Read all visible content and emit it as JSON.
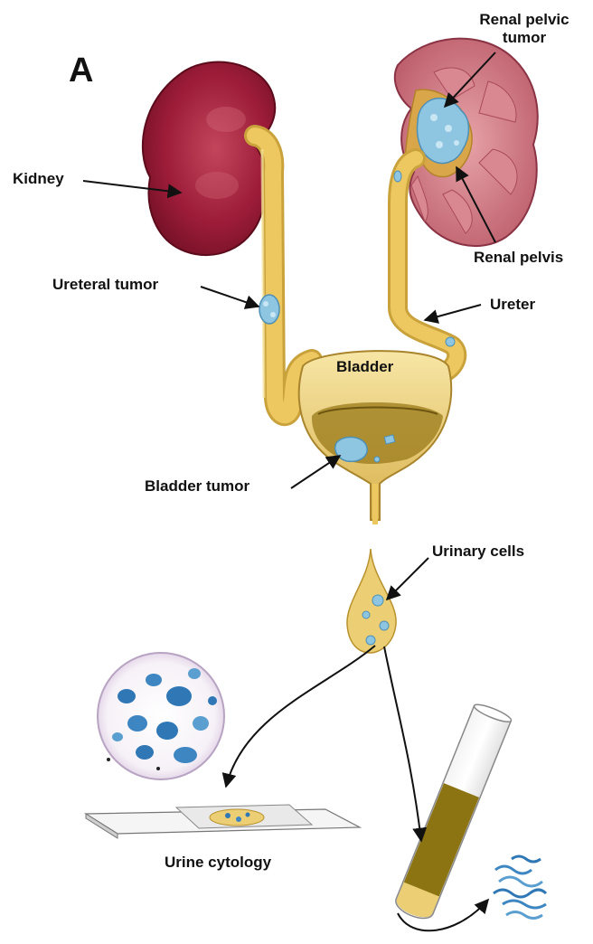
{
  "figure": {
    "panel_letter": "A",
    "labels": {
      "renal_pelvic_tumor_line1": "Renal pelvic",
      "renal_pelvic_tumor_line2": "tumor",
      "kidney": "Kidney",
      "renal_pelvis": "Renal pelvis",
      "ureteral_tumor": "Ureteral tumor",
      "ureter": "Ureter",
      "bladder": "Bladder",
      "bladder_tumor": "Bladder tumor",
      "urinary_cells": "Urinary cells",
      "urine_cytology": "Urine cytology"
    },
    "colors": {
      "kidney_left": "#8e1530",
      "kidney_right": "#c9707a",
      "ureter_fill": "#e9c25a",
      "bladder_fill": "#eccf74",
      "urine_dark": "#9a7a1a",
      "tumor_blue": "#8ec6e2",
      "cell_blue": "#2f77b5",
      "test_tube_liquid": "#8c7413"
    }
  }
}
